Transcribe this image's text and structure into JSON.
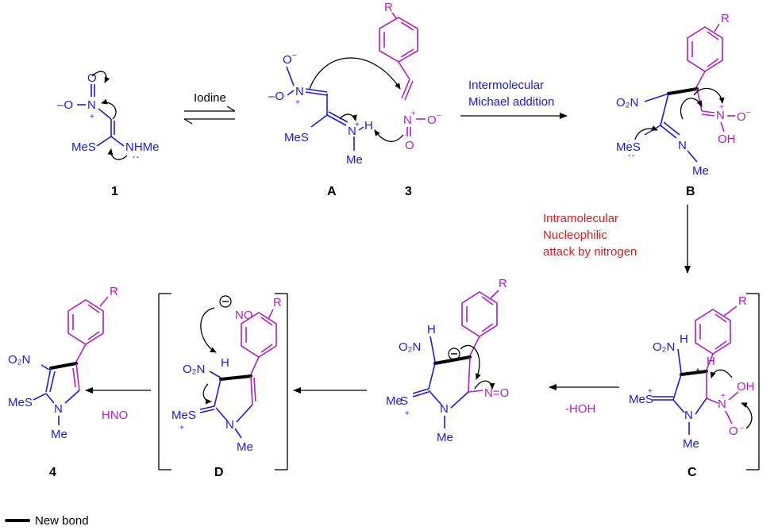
{
  "reagents": {
    "step1": "Iodine",
    "step2_line1": "Intermolecular",
    "step2_line2": "Michael addition",
    "step3_line1": "Intramolecular",
    "step3_line2": "Nucleophilic",
    "step3_line3": "attack by nitrogen",
    "step4": "-HOH",
    "step6": "HNO"
  },
  "labels": {
    "c1": "1",
    "cA": "A",
    "c3": "3",
    "cB": "B",
    "cC": "C",
    "cD": "D",
    "c4": "4"
  },
  "legend": {
    "new_bond": "New bond"
  },
  "atoms": {
    "O": "O",
    "Ominus": "–O",
    "N": "N",
    "NO2": "O₂N",
    "MeS": "MeS",
    "NHMe": "NHMe",
    "Me": "Me",
    "H": "H",
    "R": "R",
    "OH": "OH",
    "NO": "NO",
    "S": "S",
    "NeqO": "N=O",
    "minus": "–",
    "plus": "+"
  },
  "colors": {
    "substrate": "#1a1ae6",
    "nitrostyrene": "#b01ec8",
    "highlight_text": "#e01a1a",
    "arrows": "#000000"
  }
}
